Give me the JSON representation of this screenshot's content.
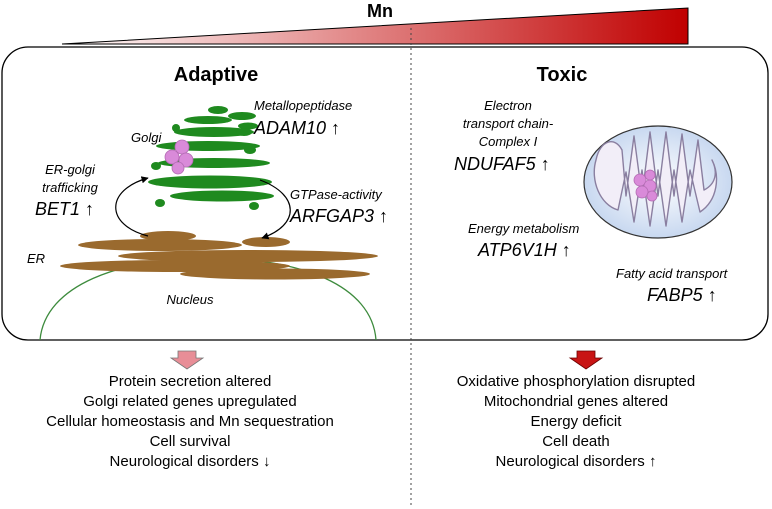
{
  "gradient": {
    "label": "Mn",
    "start_color": "#ffffff",
    "end_color": "#c00000"
  },
  "panels": {
    "adaptive": {
      "title": "Adaptive",
      "structure_labels": {
        "golgi": "Golgi",
        "er": "ER",
        "nucleus": "Nucleus"
      },
      "genes": [
        {
          "function": "Metallopeptidase",
          "symbol": "ADAM10",
          "arrow": "↑"
        },
        {
          "function_lines": [
            "ER-golgi",
            "trafficking"
          ],
          "symbol": "BET1",
          "arrow": "↑"
        },
        {
          "function": "GTPase-activity",
          "symbol": "ARFGAP3",
          "arrow": "↑"
        }
      ],
      "arrow_color": "#e88e97",
      "outcomes": [
        "Protein secretion altered",
        "Golgi related genes upregulated",
        "Cellular homeostasis and Mn sequestration",
        "Cell survival",
        "Neurological disorders ↓"
      ]
    },
    "toxic": {
      "title": "Toxic",
      "genes": [
        {
          "function_lines": [
            "Electron",
            "transport chain-",
            "Complex I"
          ],
          "symbol": "NDUFAF5",
          "arrow": "↑"
        },
        {
          "function": "Energy metabolism",
          "symbol": "ATP6V1H",
          "arrow": "↑"
        },
        {
          "function": "Fatty acid transport",
          "symbol": "FABP5",
          "arrow": "↑"
        }
      ],
      "arrow_color": "#c81414",
      "outcomes": [
        "Oxidative phosphorylation disrupted",
        "Mitochondrial genes altered",
        "Energy deficit",
        "Cell death",
        "Neurological disorders ↑"
      ]
    }
  },
  "colors": {
    "golgi": "#1f8a1f",
    "vesicle": "#d98ad9",
    "er": "#9a6a2e",
    "nucleus_outline": "#3d8b3d",
    "mito_fill": "#c8d8f0",
    "mito_crista": "#f2eef8"
  }
}
